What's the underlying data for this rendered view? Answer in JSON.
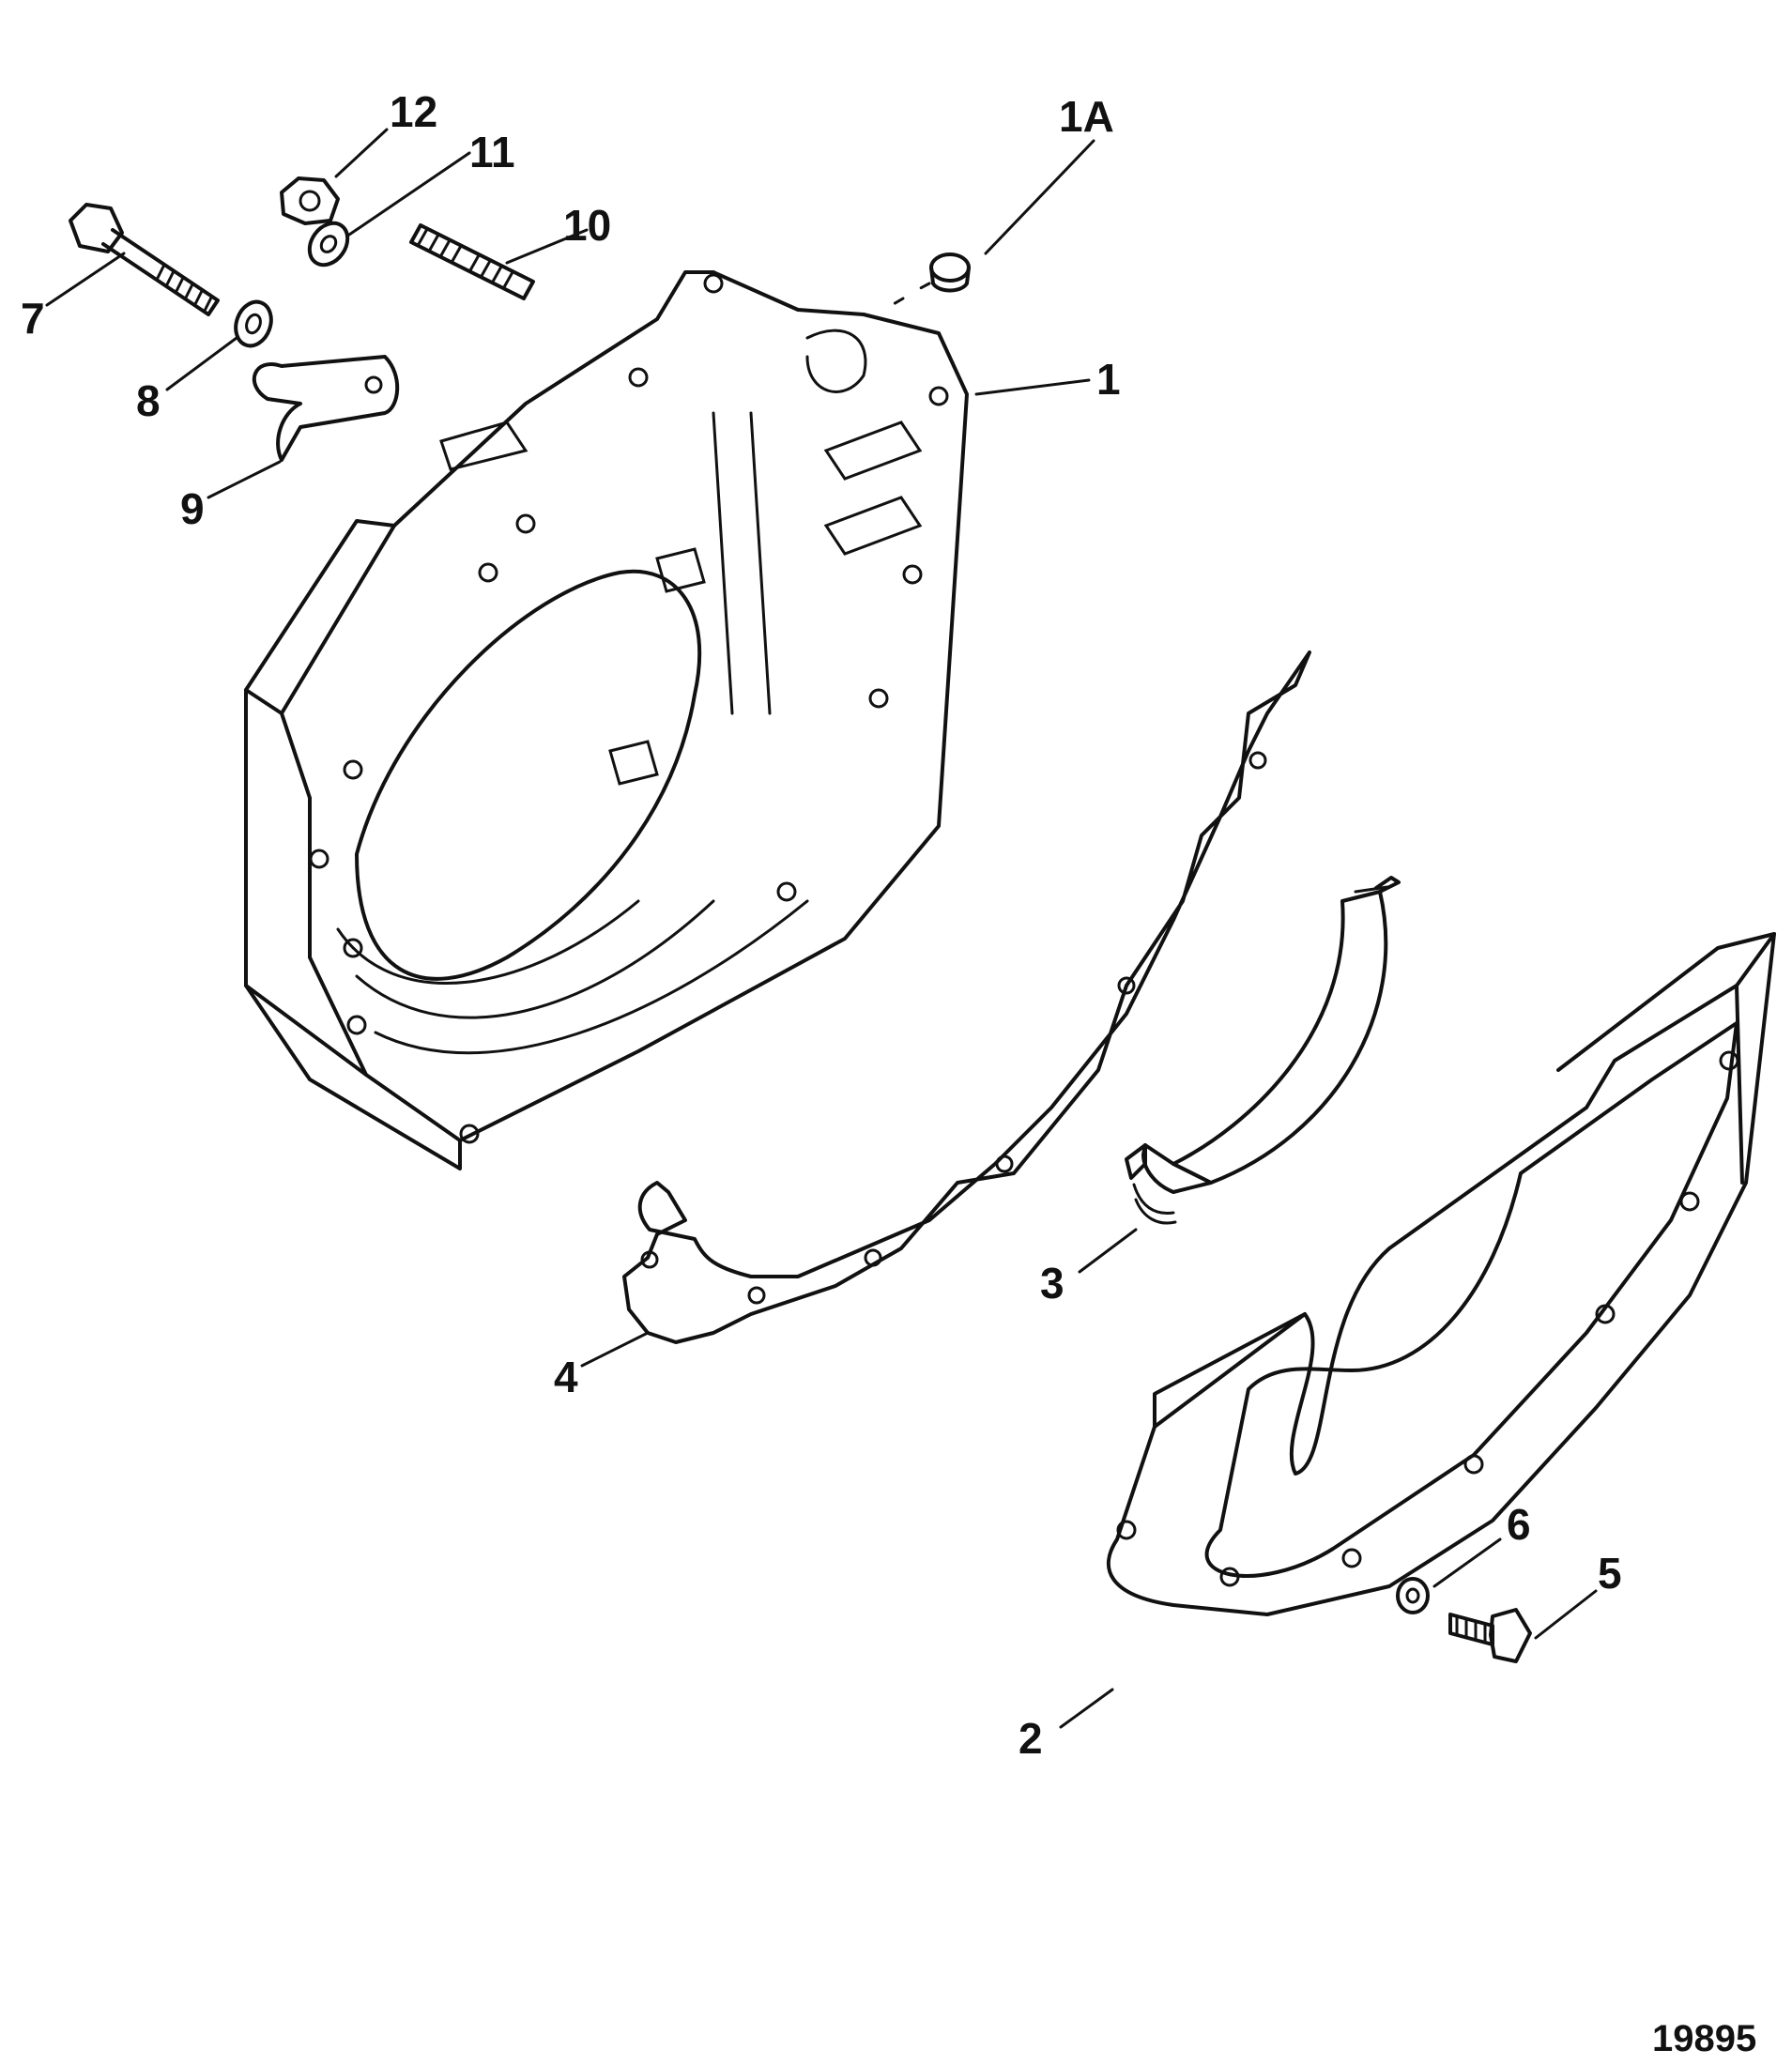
{
  "figure_number": "19895",
  "callouts": {
    "c1": "1",
    "c1a": "1A",
    "c2": "2",
    "c3": "3",
    "c4": "4",
    "c5": "5",
    "c6": "6",
    "c7": "7",
    "c8": "8",
    "c9": "9",
    "c10": "10",
    "c11": "11",
    "c12": "12"
  },
  "colors": {
    "line": "#111111",
    "background": "#ffffff"
  }
}
